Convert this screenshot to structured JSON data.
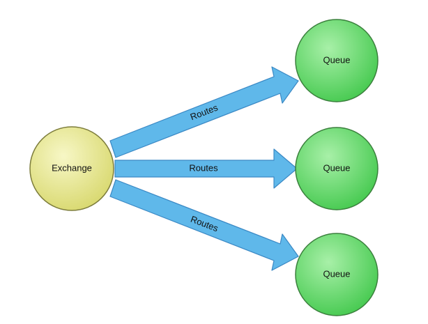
{
  "nodes": {
    "exchange": {
      "label": "Exchange",
      "fill": "#e4e48a",
      "stroke": "#7d7d3c"
    },
    "queues": [
      {
        "label": "Queue",
        "fill": "#5fd46a",
        "stroke": "#3a7f3c"
      },
      {
        "label": "Queue",
        "fill": "#5fd46a",
        "stroke": "#3a7f3c"
      },
      {
        "label": "Queue",
        "fill": "#5fd46a",
        "stroke": "#3a7f3c"
      }
    ]
  },
  "edges": [
    {
      "label": "Routes",
      "from": "exchange",
      "to": "queue-1"
    },
    {
      "label": "Routes",
      "from": "exchange",
      "to": "queue-2"
    },
    {
      "label": "Routes",
      "from": "exchange",
      "to": "queue-3"
    }
  ],
  "colors": {
    "arrow_fill": "#5fb8ea",
    "arrow_stroke": "#3a88c4"
  }
}
